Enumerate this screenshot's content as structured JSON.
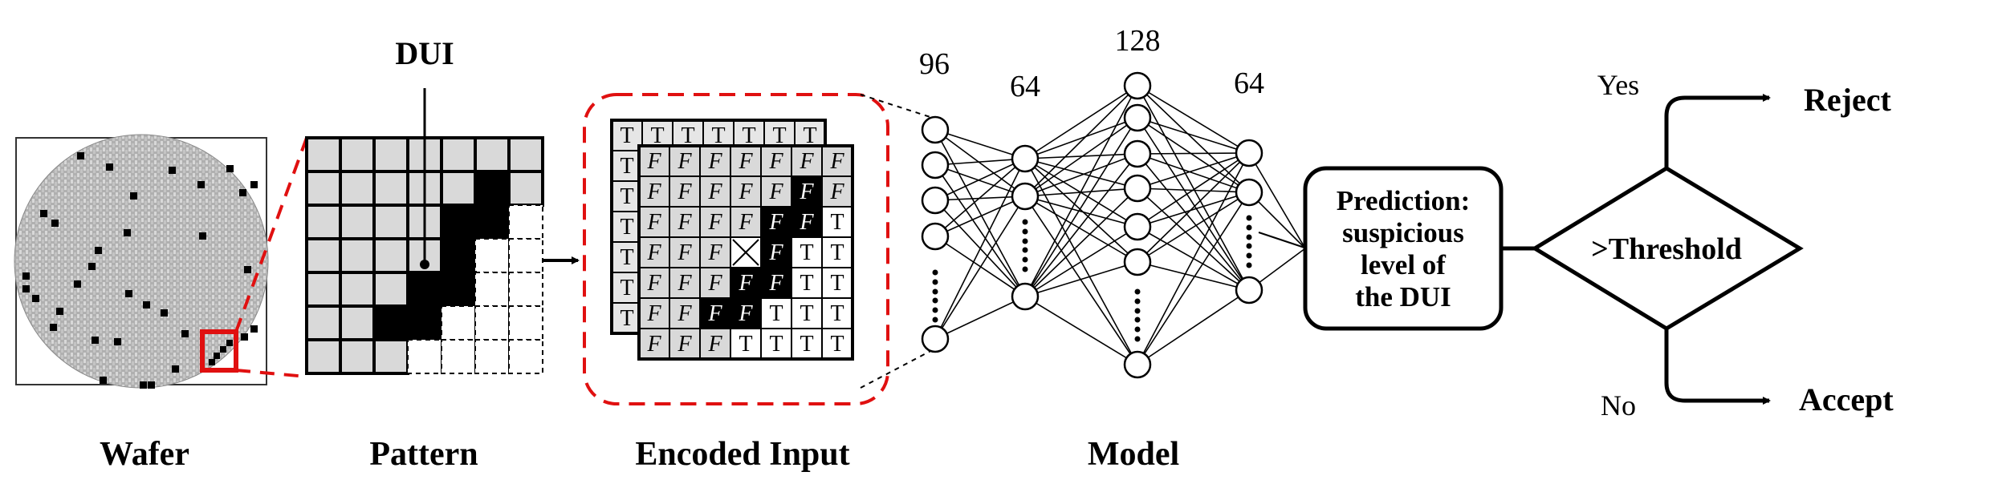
{
  "captions": {
    "wafer": "Wafer",
    "pattern": "Pattern",
    "encoded_input": "Encoded Input",
    "model": "Model"
  },
  "pattern": {
    "dui_label": "DUI"
  },
  "encoded": {
    "true_symbol": "T",
    "false_symbol": "F",
    "grid": [
      [
        "F",
        "F",
        "F",
        "F",
        "F",
        "F",
        "F"
      ],
      [
        "F",
        "F",
        "F",
        "F",
        "F",
        "F",
        "F"
      ],
      [
        "F",
        "F",
        "F",
        "F",
        "F",
        "F",
        "T"
      ],
      [
        "F",
        "F",
        "F",
        "X",
        "F",
        "T",
        "T"
      ],
      [
        "F",
        "F",
        "F",
        "F",
        "F",
        "T",
        "T"
      ],
      [
        "F",
        "F",
        "F",
        "F",
        "T",
        "T",
        "T"
      ],
      [
        "F",
        "F",
        "F",
        "T",
        "T",
        "T",
        "T"
      ]
    ],
    "dark_cells": [
      [
        1,
        5
      ],
      [
        2,
        4
      ],
      [
        2,
        5
      ],
      [
        3,
        4
      ],
      [
        4,
        3
      ],
      [
        4,
        4
      ],
      [
        5,
        2
      ],
      [
        5,
        3
      ]
    ]
  },
  "model": {
    "layers": [
      {
        "label": "96"
      },
      {
        "label": "64"
      },
      {
        "label": "128"
      },
      {
        "label": "64"
      }
    ],
    "ellipsis": "⋮"
  },
  "prediction": {
    "lines": [
      "Prediction:",
      "suspicious",
      "level of",
      "the DUI"
    ]
  },
  "decision": {
    "condition": ">Threshold",
    "yes_label": "Yes",
    "no_label": "No",
    "yes_outcome": "Reject",
    "no_outcome": "Accept"
  },
  "colors": {
    "highlight_red": "#e01010",
    "cell_gray": "#d9d9d9",
    "cell_dark": "#000000",
    "wafer_gray": "#b3b3b3"
  }
}
